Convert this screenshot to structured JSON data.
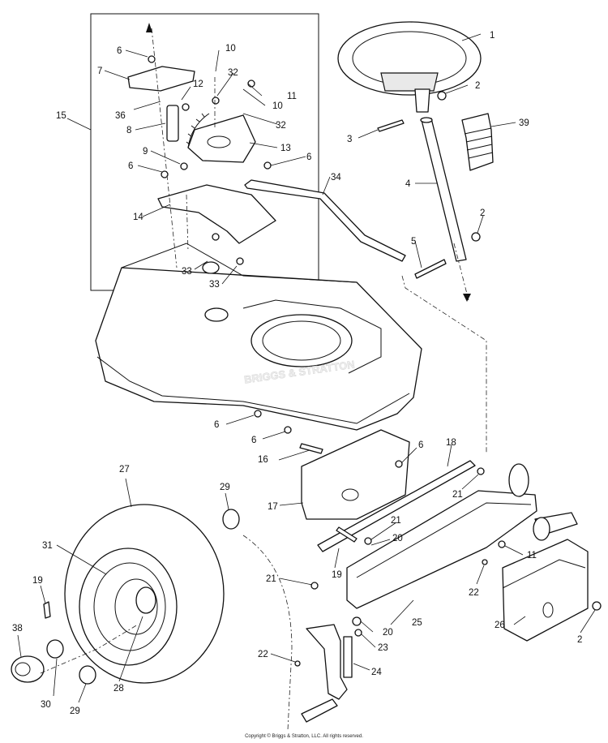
{
  "watermark": "BRIGGS & STRATTON",
  "copyright": "Copyright © Briggs & Stratton, LLC. All rights reserved.",
  "callouts": [
    "1",
    "2",
    "2",
    "2",
    "3",
    "4",
    "5",
    "6",
    "6",
    "6",
    "6",
    "6",
    "6",
    "7",
    "8",
    "9",
    "10",
    "10",
    "11",
    "11",
    "12",
    "13",
    "14",
    "15",
    "16",
    "17",
    "18",
    "19",
    "19",
    "20",
    "20",
    "21",
    "21",
    "21",
    "22",
    "22",
    "23",
    "24",
    "25",
    "26",
    "27",
    "28",
    "29",
    "29",
    "30",
    "31",
    "32",
    "32",
    "33",
    "33",
    "34",
    "36",
    "38",
    "39"
  ]
}
